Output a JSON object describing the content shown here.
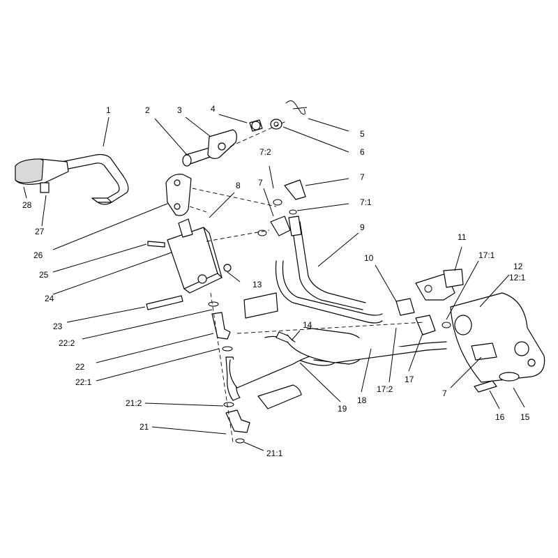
{
  "diagram": {
    "labels": [
      "1",
      "2",
      "3",
      "4",
      "5",
      "6",
      "7:2",
      "7",
      "7",
      "7:1",
      "8",
      "9",
      "10",
      "11",
      "17:1",
      "12",
      "12:1",
      "13",
      "14",
      "28",
      "27",
      "26",
      "25",
      "24",
      "23",
      "22:2",
      "22",
      "22:1",
      "21:2",
      "21",
      "21:1",
      "19",
      "18",
      "17:2",
      "17",
      "7",
      "16",
      "15"
    ]
  }
}
